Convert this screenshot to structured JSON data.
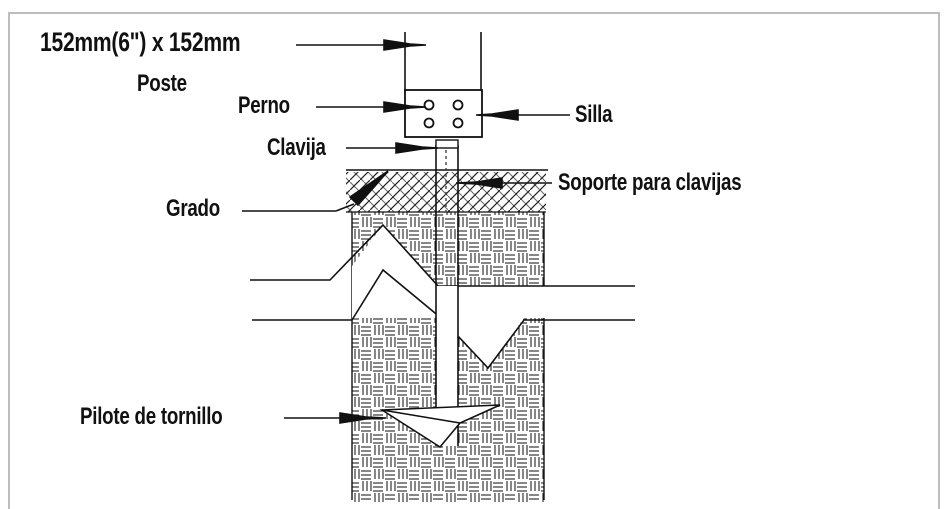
{
  "labels": {
    "post_size": "152mm(6\") x 152mm",
    "post": "Poste",
    "bolt": "Perno",
    "saddle": "Silla",
    "pin": "Clavija",
    "pin_bracket": "Soporte para clavijas",
    "grade": "Grado",
    "screw_pile": "Pilote de tornillo"
  },
  "colors": {
    "line": "#111111",
    "border": "#bdbdbd"
  }
}
